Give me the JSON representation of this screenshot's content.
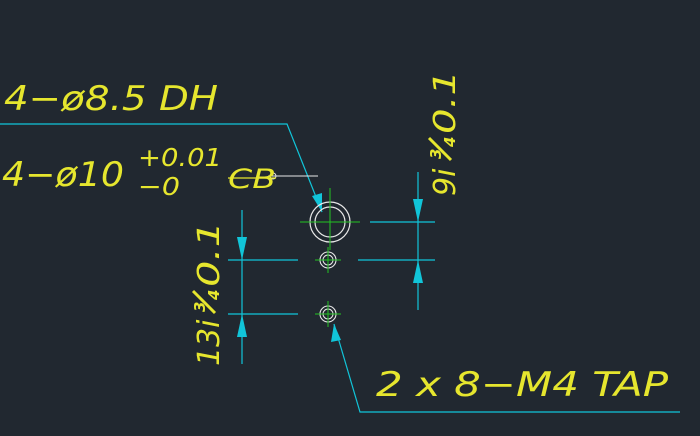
{
  "drawing": {
    "background": "#212830",
    "colors": {
      "annotation_text": "#e6e62e",
      "leader": "#11c5d9",
      "hole_outline": "#ffffff",
      "centerline": "#22c322"
    },
    "callouts": {
      "dh": "4−ø8.5 DH",
      "cb_prefix": "4−ø10",
      "tol_upper": "+0.01",
      "tol_lower": "−0",
      "cb_suffix": "CB",
      "tap": "2 x 8−M4 TAP"
    },
    "dimensions": {
      "right_value": "9",
      "right_tol": "0.1",
      "left_value": "13",
      "left_tol": "0.1",
      "tol_frac_num": "3",
      "tol_frac_den": "4",
      "tol_glyph": "i"
    }
  }
}
